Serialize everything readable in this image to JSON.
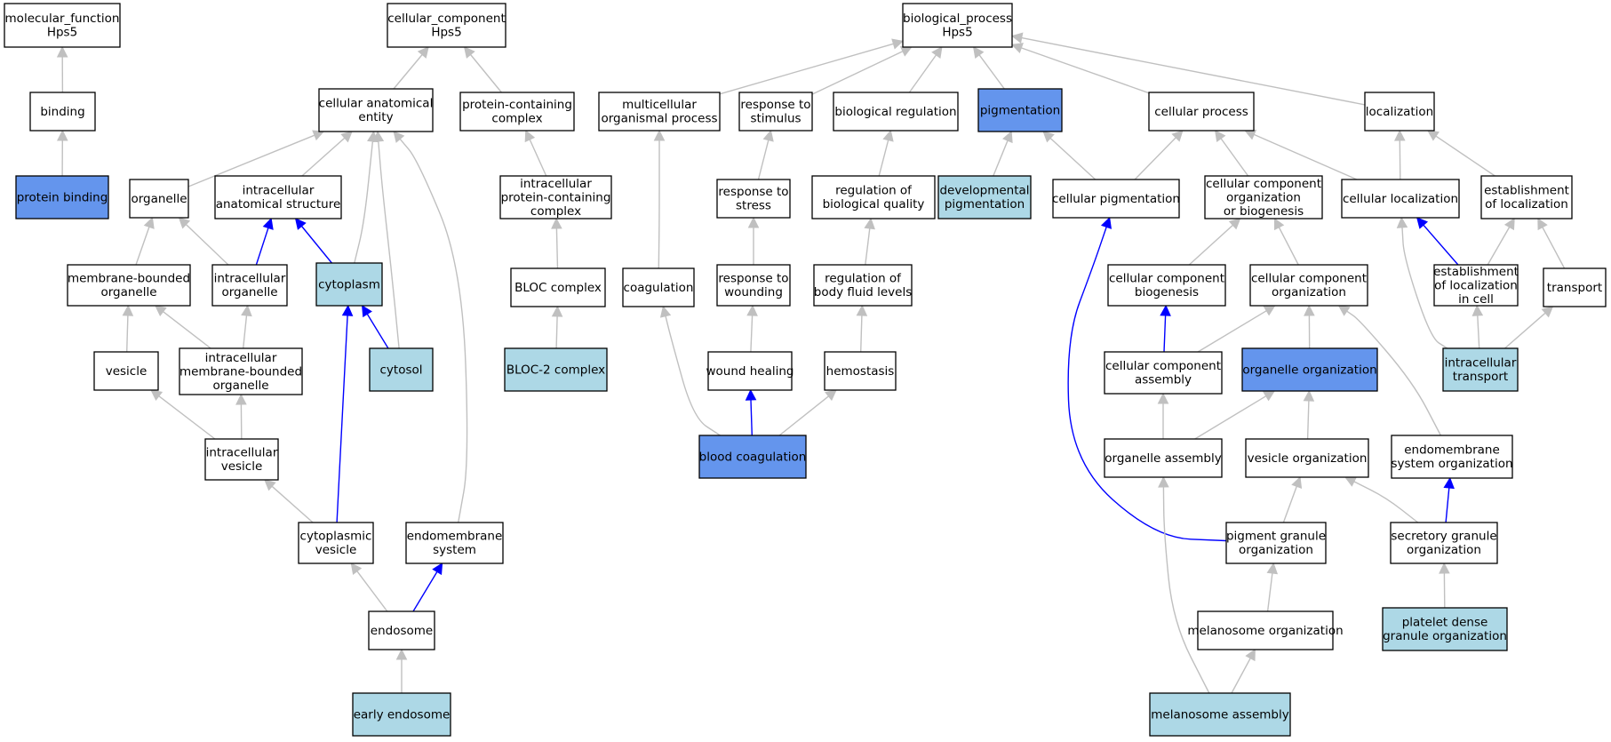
{
  "colors": {
    "white": "#ffffff",
    "light_blue": "#add8e6",
    "blue": "#6495ed",
    "edge_gray": "#c0c0c0",
    "edge_blue": "#0000ff",
    "border": "#000000"
  },
  "nodes": [
    {
      "id": "mf",
      "lines": [
        "molecular_function",
        "Hps5"
      ],
      "fill": "white"
    },
    {
      "id": "cc",
      "lines": [
        "cellular_component",
        "Hps5"
      ],
      "fill": "white"
    },
    {
      "id": "bp",
      "lines": [
        "biological_process",
        "Hps5"
      ],
      "fill": "white"
    },
    {
      "id": "binding",
      "lines": [
        "binding"
      ],
      "fill": "white"
    },
    {
      "id": "cae",
      "lines": [
        "cellular anatomical",
        "entity"
      ],
      "fill": "white"
    },
    {
      "id": "pcc",
      "lines": [
        "protein-containing",
        "complex"
      ],
      "fill": "white"
    },
    {
      "id": "mop",
      "lines": [
        "multicellular",
        "organismal process"
      ],
      "fill": "white"
    },
    {
      "id": "rstim",
      "lines": [
        "response to",
        "stimulus"
      ],
      "fill": "white"
    },
    {
      "id": "breg",
      "lines": [
        "biological regulation"
      ],
      "fill": "white"
    },
    {
      "id": "pigm",
      "lines": [
        "pigmentation"
      ],
      "fill": "blue"
    },
    {
      "id": "cproc",
      "lines": [
        "cellular process"
      ],
      "fill": "white"
    },
    {
      "id": "loc",
      "lines": [
        "localization"
      ],
      "fill": "white"
    },
    {
      "id": "pbind",
      "lines": [
        "protein binding"
      ],
      "fill": "blue"
    },
    {
      "id": "organelle",
      "lines": [
        "organelle"
      ],
      "fill": "white"
    },
    {
      "id": "ias",
      "lines": [
        "intracellular",
        "anatomical structure"
      ],
      "fill": "white"
    },
    {
      "id": "ipcc",
      "lines": [
        "intracellular",
        "protein-containing",
        "complex"
      ],
      "fill": "white"
    },
    {
      "id": "rstress",
      "lines": [
        "response to",
        "stress"
      ],
      "fill": "white"
    },
    {
      "id": "rbq",
      "lines": [
        "regulation of",
        "biological quality"
      ],
      "fill": "white"
    },
    {
      "id": "devpig",
      "lines": [
        "developmental",
        "pigmentation"
      ],
      "fill": "light_blue"
    },
    {
      "id": "cpig",
      "lines": [
        "cellular pigmentation"
      ],
      "fill": "white"
    },
    {
      "id": "ccob",
      "lines": [
        "cellular component",
        "organization",
        "or biogenesis"
      ],
      "fill": "white"
    },
    {
      "id": "cloc",
      "lines": [
        "cellular localization"
      ],
      "fill": "white"
    },
    {
      "id": "estloc",
      "lines": [
        "establishment",
        "of localization"
      ],
      "fill": "white"
    },
    {
      "id": "mbo",
      "lines": [
        "membrane-bounded",
        "organelle"
      ],
      "fill": "white"
    },
    {
      "id": "iorg",
      "lines": [
        "intracellular",
        "organelle"
      ],
      "fill": "white"
    },
    {
      "id": "cytoplasm",
      "lines": [
        "cytoplasm"
      ],
      "fill": "light_blue"
    },
    {
      "id": "bloc",
      "lines": [
        "BLOC complex"
      ],
      "fill": "white"
    },
    {
      "id": "coag",
      "lines": [
        "coagulation"
      ],
      "fill": "white"
    },
    {
      "id": "rwound",
      "lines": [
        "response to",
        "wounding"
      ],
      "fill": "white"
    },
    {
      "id": "rbfl",
      "lines": [
        "regulation of",
        "body fluid levels"
      ],
      "fill": "white"
    },
    {
      "id": "ccbio",
      "lines": [
        "cellular component",
        "biogenesis"
      ],
      "fill": "white"
    },
    {
      "id": "ccorg",
      "lines": [
        "cellular component",
        "organization"
      ],
      "fill": "white"
    },
    {
      "id": "elic",
      "lines": [
        "establishment",
        "of localization",
        "in cell"
      ],
      "fill": "white"
    },
    {
      "id": "transport",
      "lines": [
        "transport"
      ],
      "fill": "white"
    },
    {
      "id": "vesicle",
      "lines": [
        "vesicle"
      ],
      "fill": "white"
    },
    {
      "id": "imbo",
      "lines": [
        "intracellular",
        "membrane-bounded",
        "organelle"
      ],
      "fill": "white"
    },
    {
      "id": "cytosol",
      "lines": [
        "cytosol"
      ],
      "fill": "light_blue"
    },
    {
      "id": "bloc2",
      "lines": [
        "BLOC-2 complex"
      ],
      "fill": "light_blue"
    },
    {
      "id": "wheal",
      "lines": [
        "wound healing"
      ],
      "fill": "white"
    },
    {
      "id": "hemo",
      "lines": [
        "hemostasis"
      ],
      "fill": "white"
    },
    {
      "id": "ccasm",
      "lines": [
        "cellular component",
        "assembly"
      ],
      "fill": "white"
    },
    {
      "id": "orgorg",
      "lines": [
        "organelle organization"
      ],
      "fill": "blue"
    },
    {
      "id": "itrans",
      "lines": [
        "intracellular",
        "transport"
      ],
      "fill": "light_blue"
    },
    {
      "id": "ivesicle",
      "lines": [
        "intracellular",
        "vesicle"
      ],
      "fill": "white"
    },
    {
      "id": "bcoag",
      "lines": [
        "blood coagulation"
      ],
      "fill": "blue"
    },
    {
      "id": "orgasm",
      "lines": [
        "organelle assembly"
      ],
      "fill": "white"
    },
    {
      "id": "vorg",
      "lines": [
        "vesicle organization"
      ],
      "fill": "white"
    },
    {
      "id": "eso",
      "lines": [
        "endomembrane",
        "system organization"
      ],
      "fill": "white"
    },
    {
      "id": "cvesicle",
      "lines": [
        "cytoplasmic",
        "vesicle"
      ],
      "fill": "white"
    },
    {
      "id": "endosys",
      "lines": [
        "endomembrane",
        "system"
      ],
      "fill": "white"
    },
    {
      "id": "pgo",
      "lines": [
        "pigment granule",
        "organization"
      ],
      "fill": "white"
    },
    {
      "id": "sgo",
      "lines": [
        "secretory granule",
        "organization"
      ],
      "fill": "white"
    },
    {
      "id": "endosome",
      "lines": [
        "endosome"
      ],
      "fill": "white"
    },
    {
      "id": "melorg",
      "lines": [
        "melanosome organization"
      ],
      "fill": "white"
    },
    {
      "id": "pdgo",
      "lines": [
        "platelet dense",
        "granule organization"
      ],
      "fill": "light_blue"
    },
    {
      "id": "eendo",
      "lines": [
        "early endosome"
      ],
      "fill": "light_blue"
    },
    {
      "id": "melasm",
      "lines": [
        "melanosome assembly"
      ],
      "fill": "light_blue"
    }
  ],
  "edges": [
    {
      "from": "binding",
      "to": "mf",
      "color": "gray"
    },
    {
      "from": "pbind",
      "to": "binding",
      "color": "gray"
    },
    {
      "from": "cae",
      "to": "cc",
      "color": "gray"
    },
    {
      "from": "pcc",
      "to": "cc",
      "color": "gray"
    },
    {
      "from": "mop",
      "to": "bp",
      "color": "gray"
    },
    {
      "from": "rstim",
      "to": "bp",
      "color": "gray"
    },
    {
      "from": "breg",
      "to": "bp",
      "color": "gray"
    },
    {
      "from": "pigm",
      "to": "bp",
      "color": "gray"
    },
    {
      "from": "cproc",
      "to": "bp",
      "color": "gray"
    },
    {
      "from": "loc",
      "to": "bp",
      "color": "gray"
    },
    {
      "from": "organelle",
      "to": "cae",
      "color": "gray"
    },
    {
      "from": "ias",
      "to": "cae",
      "color": "gray"
    },
    {
      "from": "cytoplasm",
      "to": "cae",
      "color": "gray"
    },
    {
      "from": "cytosol",
      "to": "cae",
      "color": "gray"
    },
    {
      "from": "endosys",
      "to": "cae",
      "color": "gray"
    },
    {
      "from": "ipcc",
      "to": "pcc",
      "color": "gray"
    },
    {
      "from": "rstress",
      "to": "rstim",
      "color": "gray"
    },
    {
      "from": "rbq",
      "to": "breg",
      "color": "gray"
    },
    {
      "from": "devpig",
      "to": "pigm",
      "color": "gray"
    },
    {
      "from": "cpig",
      "to": "pigm",
      "color": "gray"
    },
    {
      "from": "cpig",
      "to": "cproc",
      "color": "gray"
    },
    {
      "from": "ccob",
      "to": "cproc",
      "color": "gray"
    },
    {
      "from": "cloc",
      "to": "cproc",
      "color": "gray"
    },
    {
      "from": "cloc",
      "to": "loc",
      "color": "gray"
    },
    {
      "from": "estloc",
      "to": "loc",
      "color": "gray"
    },
    {
      "from": "mbo",
      "to": "organelle",
      "color": "gray"
    },
    {
      "from": "iorg",
      "to": "organelle",
      "color": "gray"
    },
    {
      "from": "iorg",
      "to": "ias",
      "color": "blue"
    },
    {
      "from": "cytoplasm",
      "to": "ias",
      "color": "blue"
    },
    {
      "from": "bloc",
      "to": "ipcc",
      "color": "gray"
    },
    {
      "from": "coag",
      "to": "mop",
      "color": "gray"
    },
    {
      "from": "rwound",
      "to": "rstress",
      "color": "gray"
    },
    {
      "from": "rbfl",
      "to": "rbq",
      "color": "gray"
    },
    {
      "from": "ccbio",
      "to": "ccob",
      "color": "gray"
    },
    {
      "from": "ccorg",
      "to": "ccob",
      "color": "gray"
    },
    {
      "from": "elic",
      "to": "cloc",
      "color": "blue"
    },
    {
      "from": "elic",
      "to": "estloc",
      "color": "gray"
    },
    {
      "from": "transport",
      "to": "estloc",
      "color": "gray"
    },
    {
      "from": "vesicle",
      "to": "mbo",
      "color": "gray"
    },
    {
      "from": "imbo",
      "to": "mbo",
      "color": "gray"
    },
    {
      "from": "imbo",
      "to": "iorg",
      "color": "gray"
    },
    {
      "from": "cytosol",
      "to": "cytoplasm",
      "color": "blue"
    },
    {
      "from": "bloc2",
      "to": "bloc",
      "color": "gray"
    },
    {
      "from": "wheal",
      "to": "rwound",
      "color": "gray"
    },
    {
      "from": "hemo",
      "to": "rbfl",
      "color": "gray"
    },
    {
      "from": "ccasm",
      "to": "ccbio",
      "color": "blue"
    },
    {
      "from": "ccasm",
      "to": "ccorg",
      "color": "gray"
    },
    {
      "from": "orgorg",
      "to": "ccorg",
      "color": "gray"
    },
    {
      "from": "eso",
      "to": "ccorg",
      "color": "gray"
    },
    {
      "from": "itrans",
      "to": "cloc",
      "color": "gray"
    },
    {
      "from": "itrans",
      "to": "elic",
      "color": "gray"
    },
    {
      "from": "itrans",
      "to": "transport",
      "color": "gray"
    },
    {
      "from": "ivesicle",
      "to": "vesicle",
      "color": "gray"
    },
    {
      "from": "ivesicle",
      "to": "imbo",
      "color": "gray"
    },
    {
      "from": "bcoag",
      "to": "coag",
      "color": "gray"
    },
    {
      "from": "bcoag",
      "to": "wheal",
      "color": "blue"
    },
    {
      "from": "bcoag",
      "to": "hemo",
      "color": "gray"
    },
    {
      "from": "orgasm",
      "to": "ccasm",
      "color": "gray"
    },
    {
      "from": "orgasm",
      "to": "orgorg",
      "color": "gray"
    },
    {
      "from": "vorg",
      "to": "orgorg",
      "color": "gray"
    },
    {
      "from": "cvesicle",
      "to": "ivesicle",
      "color": "gray"
    },
    {
      "from": "cvesicle",
      "to": "cytoplasm",
      "color": "blue"
    },
    {
      "from": "pgo",
      "to": "cpig",
      "color": "blue"
    },
    {
      "from": "pgo",
      "to": "vorg",
      "color": "gray"
    },
    {
      "from": "sgo",
      "to": "vorg",
      "color": "gray"
    },
    {
      "from": "sgo",
      "to": "eso",
      "color": "blue"
    },
    {
      "from": "endosome",
      "to": "cvesicle",
      "color": "gray"
    },
    {
      "from": "endosome",
      "to": "endosys",
      "color": "blue"
    },
    {
      "from": "melorg",
      "to": "pgo",
      "color": "gray"
    },
    {
      "from": "pdgo",
      "to": "sgo",
      "color": "gray"
    },
    {
      "from": "eendo",
      "to": "endosome",
      "color": "gray"
    },
    {
      "from": "melasm",
      "to": "orgasm",
      "color": "gray"
    },
    {
      "from": "melasm",
      "to": "melorg",
      "color": "gray"
    }
  ]
}
